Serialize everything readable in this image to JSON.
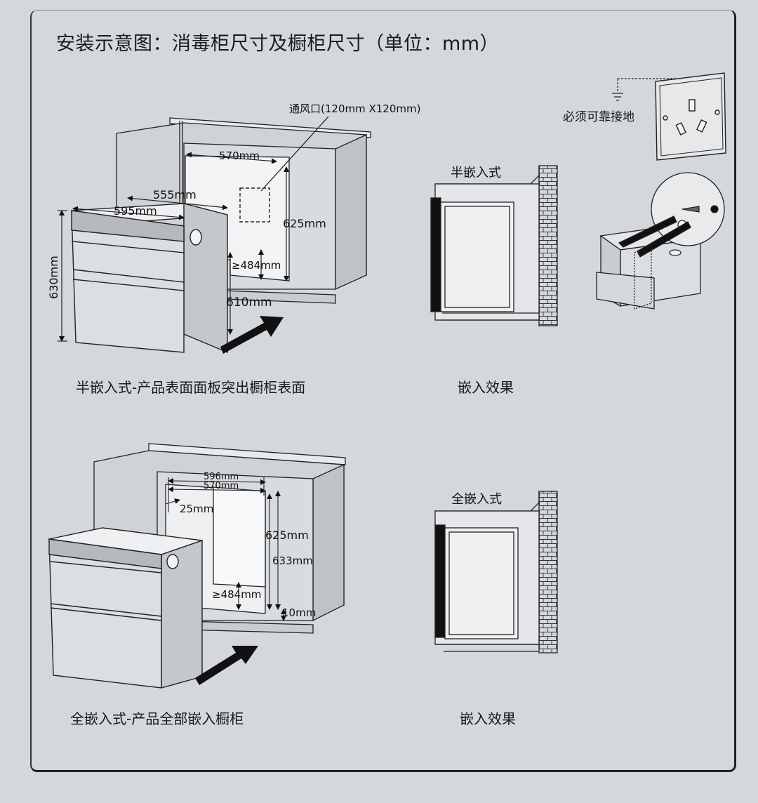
{
  "title": "安装示意图：消毒柜尺寸及橱柜尺寸（单位：mm）",
  "semi": {
    "vent_label": "通风口(120mm X120mm)",
    "dims": {
      "w570": "570mm",
      "w555": "555mm",
      "w595": "595mm",
      "h625": "625mm",
      "h630": "630mm",
      "b484": "≥484mm",
      "d610": "610mm"
    },
    "caption": "半嵌入式-产品表面面板突出橱柜表面",
    "effect_title": "半嵌入式",
    "effect_caption": "嵌入效果"
  },
  "ground": {
    "label": "必须可靠接地"
  },
  "full": {
    "dims": {
      "w596": "596mm",
      "w570": "570mm",
      "s25": "25mm",
      "h625": "625mm",
      "h633": "633mm",
      "b484": "≥484mm",
      "b10": "10mm"
    },
    "caption": "全嵌入式-产品全部嵌入橱柜",
    "effect_title": "全嵌入式",
    "effect_caption": "嵌入效果"
  }
}
